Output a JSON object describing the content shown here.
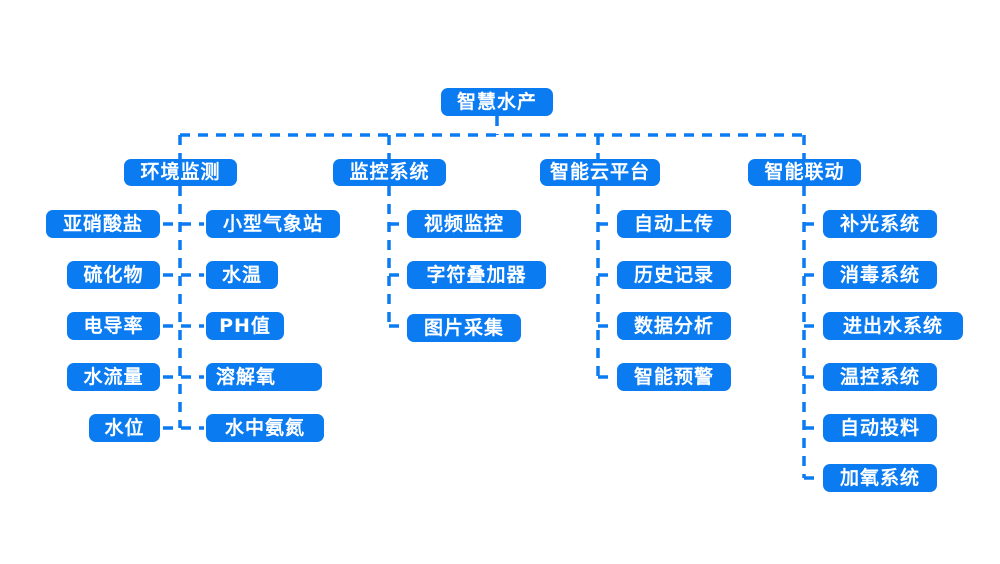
{
  "colors": {
    "primary_blue": "#0b7bf2",
    "background": "#ffffff",
    "node_text": "#ffffff"
  },
  "diagram": {
    "type": "mindmap-tree",
    "root": {
      "label": "智慧水产"
    },
    "branches": [
      {
        "label": "环境监测",
        "children_left": [
          "亚硝酸盐",
          "硫化物",
          "电导率",
          "水流量",
          "水位"
        ],
        "children_right": [
          "小型气象站",
          "水温",
          "PH值",
          "溶解氧",
          "水中氨氮"
        ]
      },
      {
        "label": "监控系统",
        "children": [
          "视频监控",
          "字符叠加器",
          "图片采集"
        ]
      },
      {
        "label": "智能云平台",
        "children": [
          "自动上传",
          "历史记录",
          "数据分析",
          "智能预警"
        ]
      },
      {
        "label": "智能联动",
        "children": [
          "补光系统",
          "消毒系统",
          "进出水系统",
          "温控系统",
          "自动投料",
          "加氧系统"
        ]
      }
    ]
  }
}
